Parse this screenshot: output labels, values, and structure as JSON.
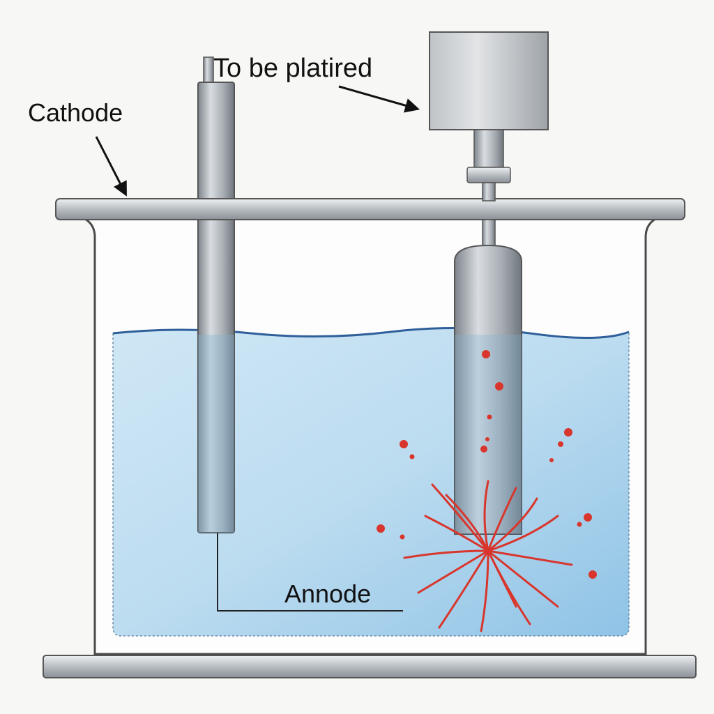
{
  "labels": {
    "cathode": "Cathode",
    "to_be_plated": "To be platired",
    "anode": "Annode"
  },
  "colors": {
    "background": "#f7f7f5",
    "solution": "#a9d4ee",
    "metal": "#9aa0a6",
    "deposit": "#d8362c",
    "surface": "#2f5f9a"
  }
}
